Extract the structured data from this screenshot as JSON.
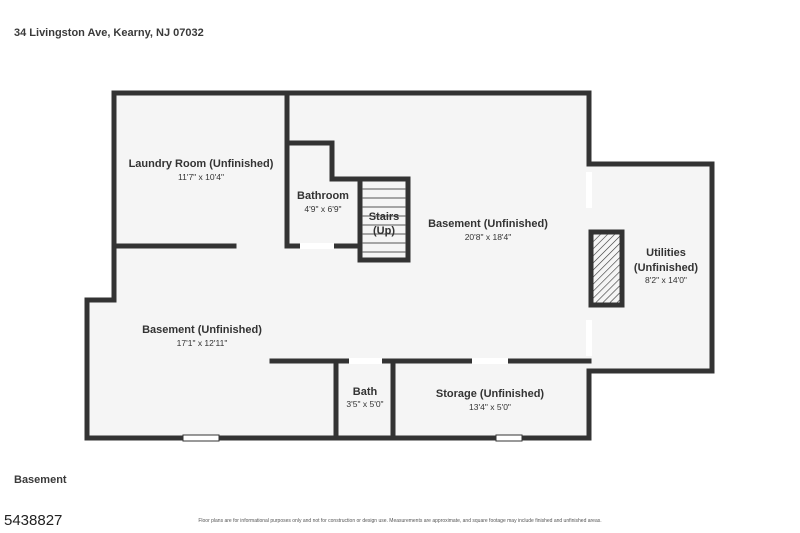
{
  "header": {
    "address": "34 Livingston Ave, Kearny, NJ 07032"
  },
  "floor": {
    "label": "Basement"
  },
  "listing": {
    "id": "5438827"
  },
  "footer": {
    "disclaimer": "Floor plans are for informational purposes only and not for construction or design use. Measurements are approximate, and square footage may include finished and unfinished areas."
  },
  "rooms": {
    "laundry": {
      "name": "Laundry Room (Unfinished)",
      "dim": "11'7\" x 10'4\""
    },
    "bathroom": {
      "name": "Bathroom",
      "dim": "4'9\" x 6'9\""
    },
    "stairs": {
      "name1": "Stairs",
      "name2": "(Up)"
    },
    "basement_main": {
      "name": "Basement (Unfinished)",
      "dim": "20'8\" x 18'4\""
    },
    "utilities": {
      "name1": "Utilities",
      "name2": "(Unfinished)",
      "dim": "8'2\" x 14'0\""
    },
    "basement_west": {
      "name": "Basement (Unfinished)",
      "dim": "17'1\" x 12'11\""
    },
    "bath": {
      "name": "Bath",
      "dim": "3'5\" x 5'0\""
    },
    "storage": {
      "name": "Storage (Unfinished)",
      "dim": "13'4\" x 5'0\""
    }
  },
  "colors": {
    "wall": "#333333",
    "floor": "#f5f5f5"
  }
}
